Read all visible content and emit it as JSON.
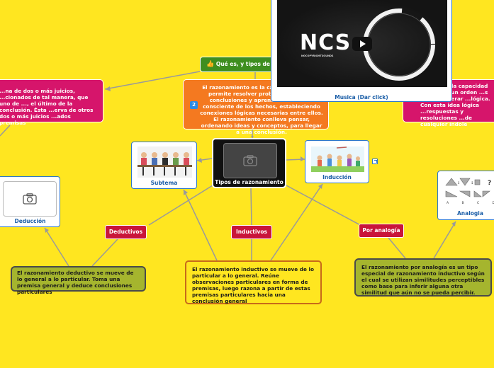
{
  "center": {
    "label": "Tipos de razonamiento"
  },
  "top_topic": {
    "label": "Qué es, y tipos de razonamiento",
    "icon": "thumbs-up-icon"
  },
  "orange_box": {
    "badge": "2",
    "text": "El razonamiento es la capacidad que nos permite resolver problemas, extraer conclusiones y aprender de manera consciente de los hechos, estableciendo conexiones lógicas necesarias entre ellos. El razonamiento conlleva pensar, ordenando ideas y conceptos, para llegar a una conclusión."
  },
  "left_magenta": {
    "text": "...na de dos o más juicios, ...cionados de tal manera, que uno de ..., el último de la conclusión. Ésta ...erva de otros dos o más juicios ...ados premisas"
  },
  "right_magenta": {
    "text": "...iento es la capacidad ...que con un orden ...s pueda generar ...lógica. Con esta idea lógica ...respuestas y resoluciones ...de cualquier índole"
  },
  "video": {
    "caption": "Musica (Dar click)",
    "logo": "NCS",
    "logo_sub": "NOCOPYRIGHTSOUNDS"
  },
  "cards": {
    "subtema": "Subtema",
    "induccion": "Inducción",
    "deduccion": "Deducción",
    "analogia": "Analogia"
  },
  "analogy_labels": [
    "A",
    "B",
    "C",
    "D"
  ],
  "branches": {
    "deductivos": "Deductivos",
    "inductivos": "Inductivos",
    "analogia": "Por analogía"
  },
  "notes": {
    "deductivo": "El razonamiento deductivo se mueve de lo general a lo particular. Toma una premisa general y deduce conclusiones particulares",
    "inductivo": "El razonamiento inductivo se mueve de lo particular a lo general. Reúne observaciones particulares en forma de premisas, luego razona a partir de estas premisas particulares hacia una conclusión general",
    "analogia": "El razonamiento por analogía es un tipo especial de razonamiento inductivo según el cual se utilizan similitudes perceptibles como base para inferir alguna otra similitud que aún no se pueda percibir."
  },
  "colors": {
    "background": "#ffe620",
    "orange": "#f47920",
    "magenta": "#d6156b",
    "olive": "#a5b52e",
    "green": "#3e8e1f",
    "red": "#c9153a",
    "card_border": "#2e77c8"
  }
}
